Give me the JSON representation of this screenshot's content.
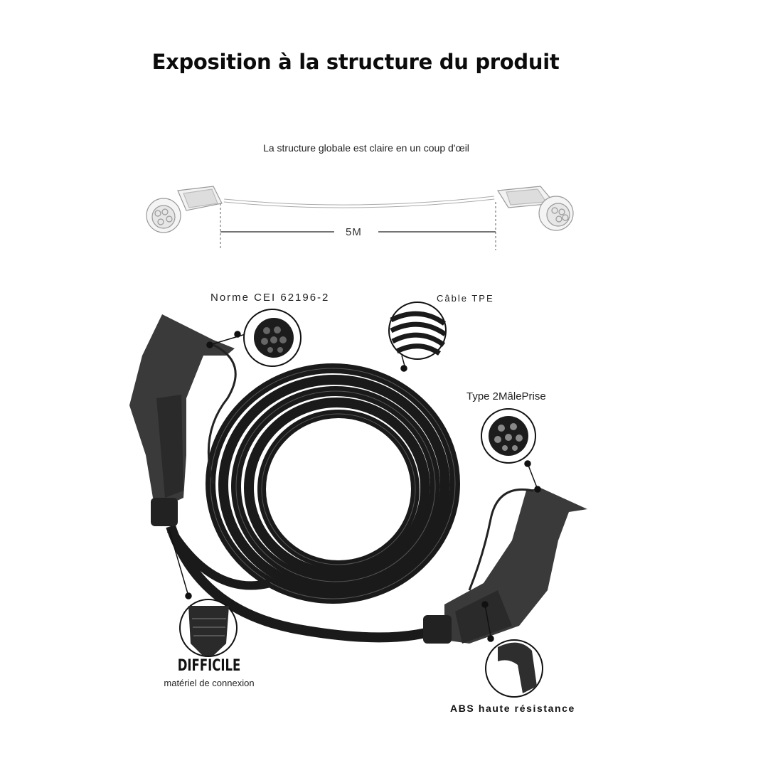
{
  "title": "Exposition à la structure du produit",
  "subtitle": "La structure globale est claire en un coup d'œil",
  "length_label": "5M",
  "labels": {
    "standard": "Norme CEI 62196-2",
    "cable": "Câble TPE",
    "plug_type": "Type 2MâlePrise",
    "difficile": "DIFFICILE",
    "connection_material": "matériel de connexion",
    "abs": "ABS haute résistance"
  }
}
